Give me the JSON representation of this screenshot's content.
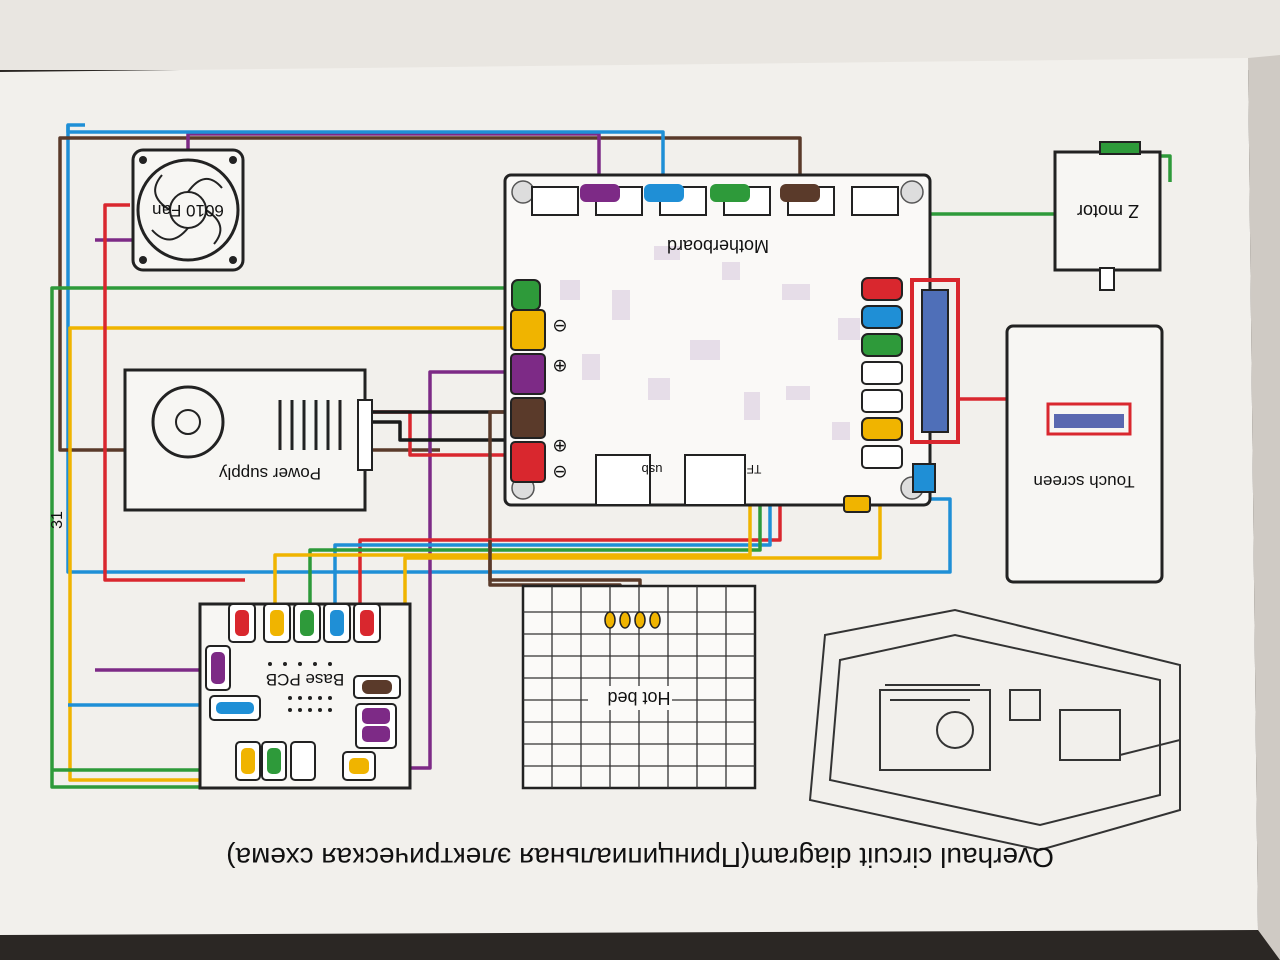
{
  "page": {
    "title": "Overhaul circuit diagram(Принципиальная электрическая схема)",
    "page_number": "31"
  },
  "components": {
    "fan": "6010 Fan",
    "power_supply": "Power supply",
    "motherboard": "Motherboard",
    "z_motor": "Z motor",
    "touch_screen": "Touch screen",
    "base_pcb": "Base PCB",
    "hot_bed": "Hot bed",
    "usb": "usb",
    "tf": "TF"
  },
  "polarity": {
    "plus": "⊕",
    "minus": "⊖"
  },
  "colors": {
    "paper": "#f3f1ec",
    "red": "#d9272e",
    "blue": "#1f8fd6",
    "green": "#2e9a3a",
    "purple": "#7d2a86",
    "brown": "#5a3a2a",
    "yellow": "#f0b400",
    "black": "#1a1a1a"
  }
}
